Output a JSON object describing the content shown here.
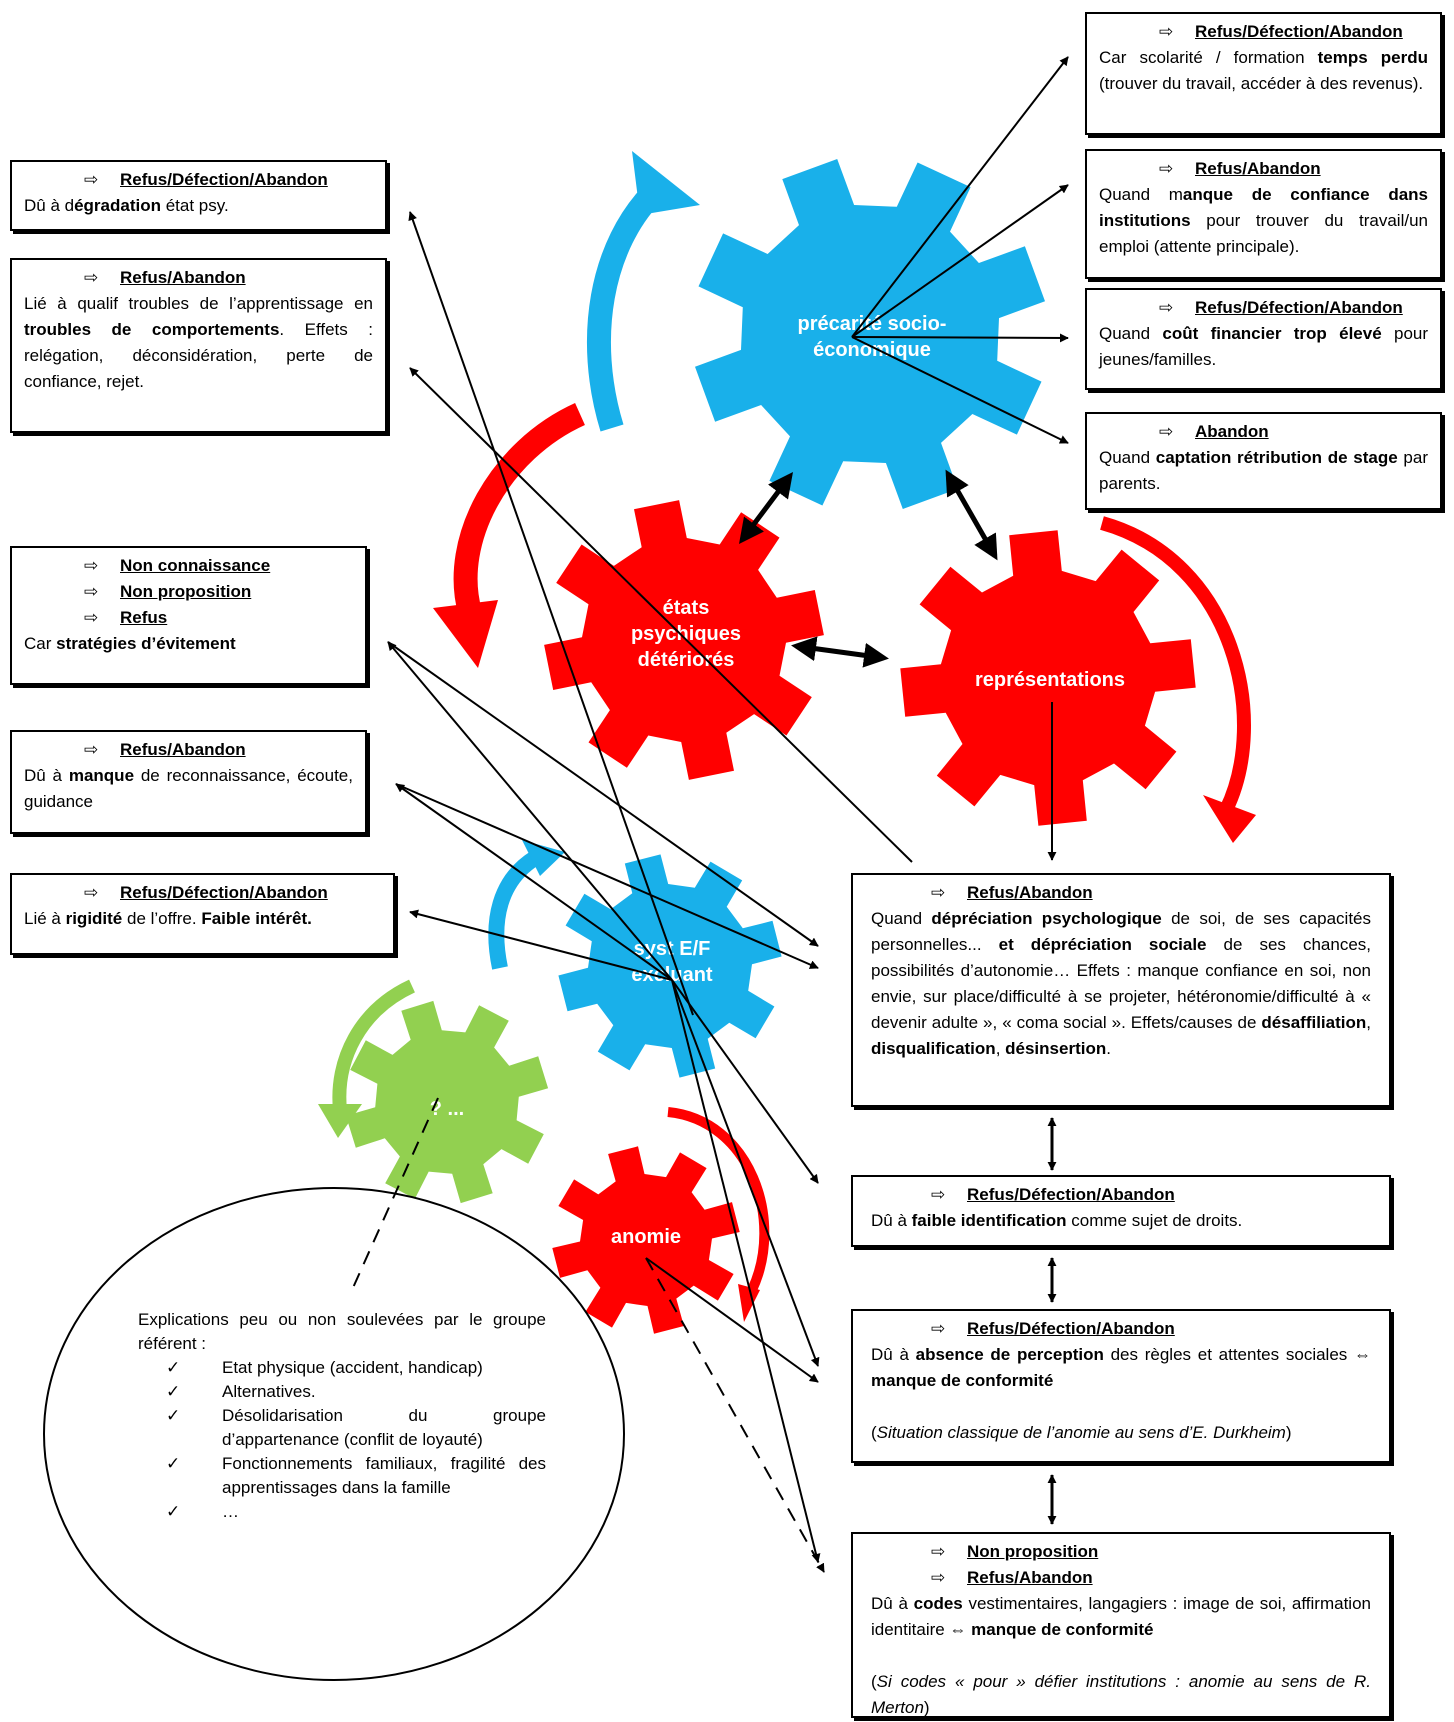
{
  "gears": {
    "precarite": {
      "label1": "précarité socio-",
      "label2": "économique",
      "color": "#19b0ea"
    },
    "etats": {
      "label1": "états",
      "label2": "psychiques",
      "label3": "détériorés",
      "color": "#ff0000"
    },
    "representations": {
      "label1": "représentations",
      "color": "#ff0000"
    },
    "syst": {
      "label1": "syst E/F",
      "label2": "excluant",
      "color": "#19b0ea"
    },
    "question": {
      "label1": "? ...",
      "color": "#92d050"
    },
    "anomie": {
      "label1": "anomie",
      "color": "#ff0000"
    }
  },
  "boxes": {
    "r1": {
      "arrow": "⇨",
      "title": "Refus/Défection/Abandon",
      "t1": "Car scolarité / formation ",
      "b1": "temps perdu",
      "t2": " (trouver du travail, accéder à des revenus)."
    },
    "r2": {
      "arrow": "⇨",
      "title": "Refus/Abandon",
      "t1": "Quand m",
      "b1": "anque de confiance dans institutions",
      "t2": " pour trouver du travail/un emploi (attente principale)."
    },
    "r3": {
      "arrow": "⇨",
      "title": "Refus/Défection/Abandon",
      "t1": "Quand ",
      "b1": "coût financier trop élevé",
      "t2": " pour jeunes/familles."
    },
    "r4": {
      "arrow": "⇨",
      "title": "Abandon",
      "t1": "Quand ",
      "b1": "captation rétribution de stage",
      "t2": " par parents."
    },
    "l1": {
      "arrow": "⇨",
      "title": "Refus/Défection/Abandon",
      "t1": "Dû à d",
      "b1": "égradation",
      "t2": " état psy."
    },
    "l2": {
      "arrow": "⇨",
      "title": "Refus/Abandon",
      "t1": "Lié à qualif troubles de l’apprentissage en ",
      "b1": "troubles de comportements",
      "t2": ". Effets : relégation, déconsidération, perte de confiance, rejet."
    },
    "l3": {
      "arrow": "⇨",
      "title1": "Non connaissance",
      "title2": "Non proposition",
      "title3": "Refus",
      "t1": "Car ",
      "b1": "stratégies d’évitement"
    },
    "l4": {
      "arrow": "⇨",
      "title": "Refus/Abandon",
      "t1": "Dû à ",
      "b1": "manque",
      "t2": " de reconnaissance, écoute, guidance"
    },
    "l5": {
      "arrow": "⇨",
      "title": "Refus/Défection/Abandon",
      "t1": "Lié à ",
      "b1": "rigidité",
      "t2": " de l’offre. ",
      "b2": "Faible intérêt."
    },
    "c1": {
      "arrow": "⇨",
      "title": "Refus/Abandon",
      "t1": "Quand ",
      "b1": "dépréciation psychologique",
      "t2": " de soi, de ses capacités personnelles... ",
      "b2": "et dépréciation sociale",
      "t3": " de ses chances, possibilités d’autonomie… Effets : manque confiance en soi, non envie, sur place/difficulté à se projeter, hétéronomie/difficulté à « devenir adulte », « coma social ». Effets/causes de ",
      "b3": "désaffiliation",
      "t4": ", ",
      "b4": "disqualification",
      "t5": ", ",
      "b5": "désinsertion",
      "t6": "."
    },
    "c2": {
      "arrow": "⇨",
      "title": "Refus/Défection/Abandon",
      "t1": "Dû à ",
      "b1": "faible identification",
      "t2": " comme sujet de droits."
    },
    "c3": {
      "arrow": "⇨",
      "title": "Refus/Défection/Abandon",
      "t1": "Dû à ",
      "b1": "absence de perception",
      "t2": " des règles et attentes sociales ⇔ ",
      "b2": "manque de conformité",
      "note": "Situation classique de l’anomie au  sens d’E. Durkheim"
    },
    "c4": {
      "arrow": "⇨",
      "title1": "Non proposition",
      "title2": "Refus/Abandon",
      "t1": "Dû à ",
      "b1": "codes",
      "t2": " vestimentaires, langagiers : image de soi, affirmation identitaire ⇔ ",
      "b2": "manque de conformité",
      "note1": "Si codes « pour » défier institutions : anomie au sens de R. Merton"
    }
  },
  "ellipse": {
    "intro": "Explications peu ou non soulevées par le groupe référent :",
    "check": "✓",
    "items": [
      "Etat physique (accident, handicap)",
      "Alternatives.",
      "Désolidarisation du groupe d’appartenance (conflit de loyauté)",
      "Fonctionnements familiaux, fragilité des apprentissages dans la famille",
      "…"
    ]
  }
}
